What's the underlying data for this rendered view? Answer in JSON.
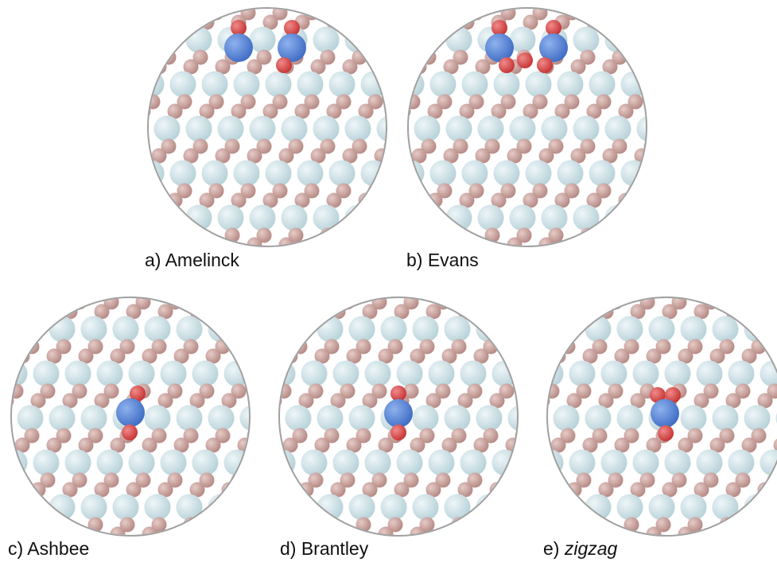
{
  "panels": [
    {
      "id": "a",
      "label_prefix": "a) ",
      "label": "Amelinck",
      "italic": false
    },
    {
      "id": "b",
      "label_prefix": "b) ",
      "label": "Evans",
      "italic": false
    },
    {
      "id": "c",
      "label_prefix": "c) ",
      "label": "Ashbee",
      "italic": false
    },
    {
      "id": "d",
      "label_prefix": "d) ",
      "label": "Brantley",
      "italic": false
    },
    {
      "id": "e",
      "label_prefix": "e) ",
      "label": "zigzag",
      "italic": true
    }
  ],
  "colors": {
    "substrate_large": "#c5dde3",
    "substrate_small": "#c99e99",
    "adsorbate_large": "#4f7fd6",
    "adsorbate_small": "#d94141",
    "circle_border": "#a0a0a0"
  }
}
